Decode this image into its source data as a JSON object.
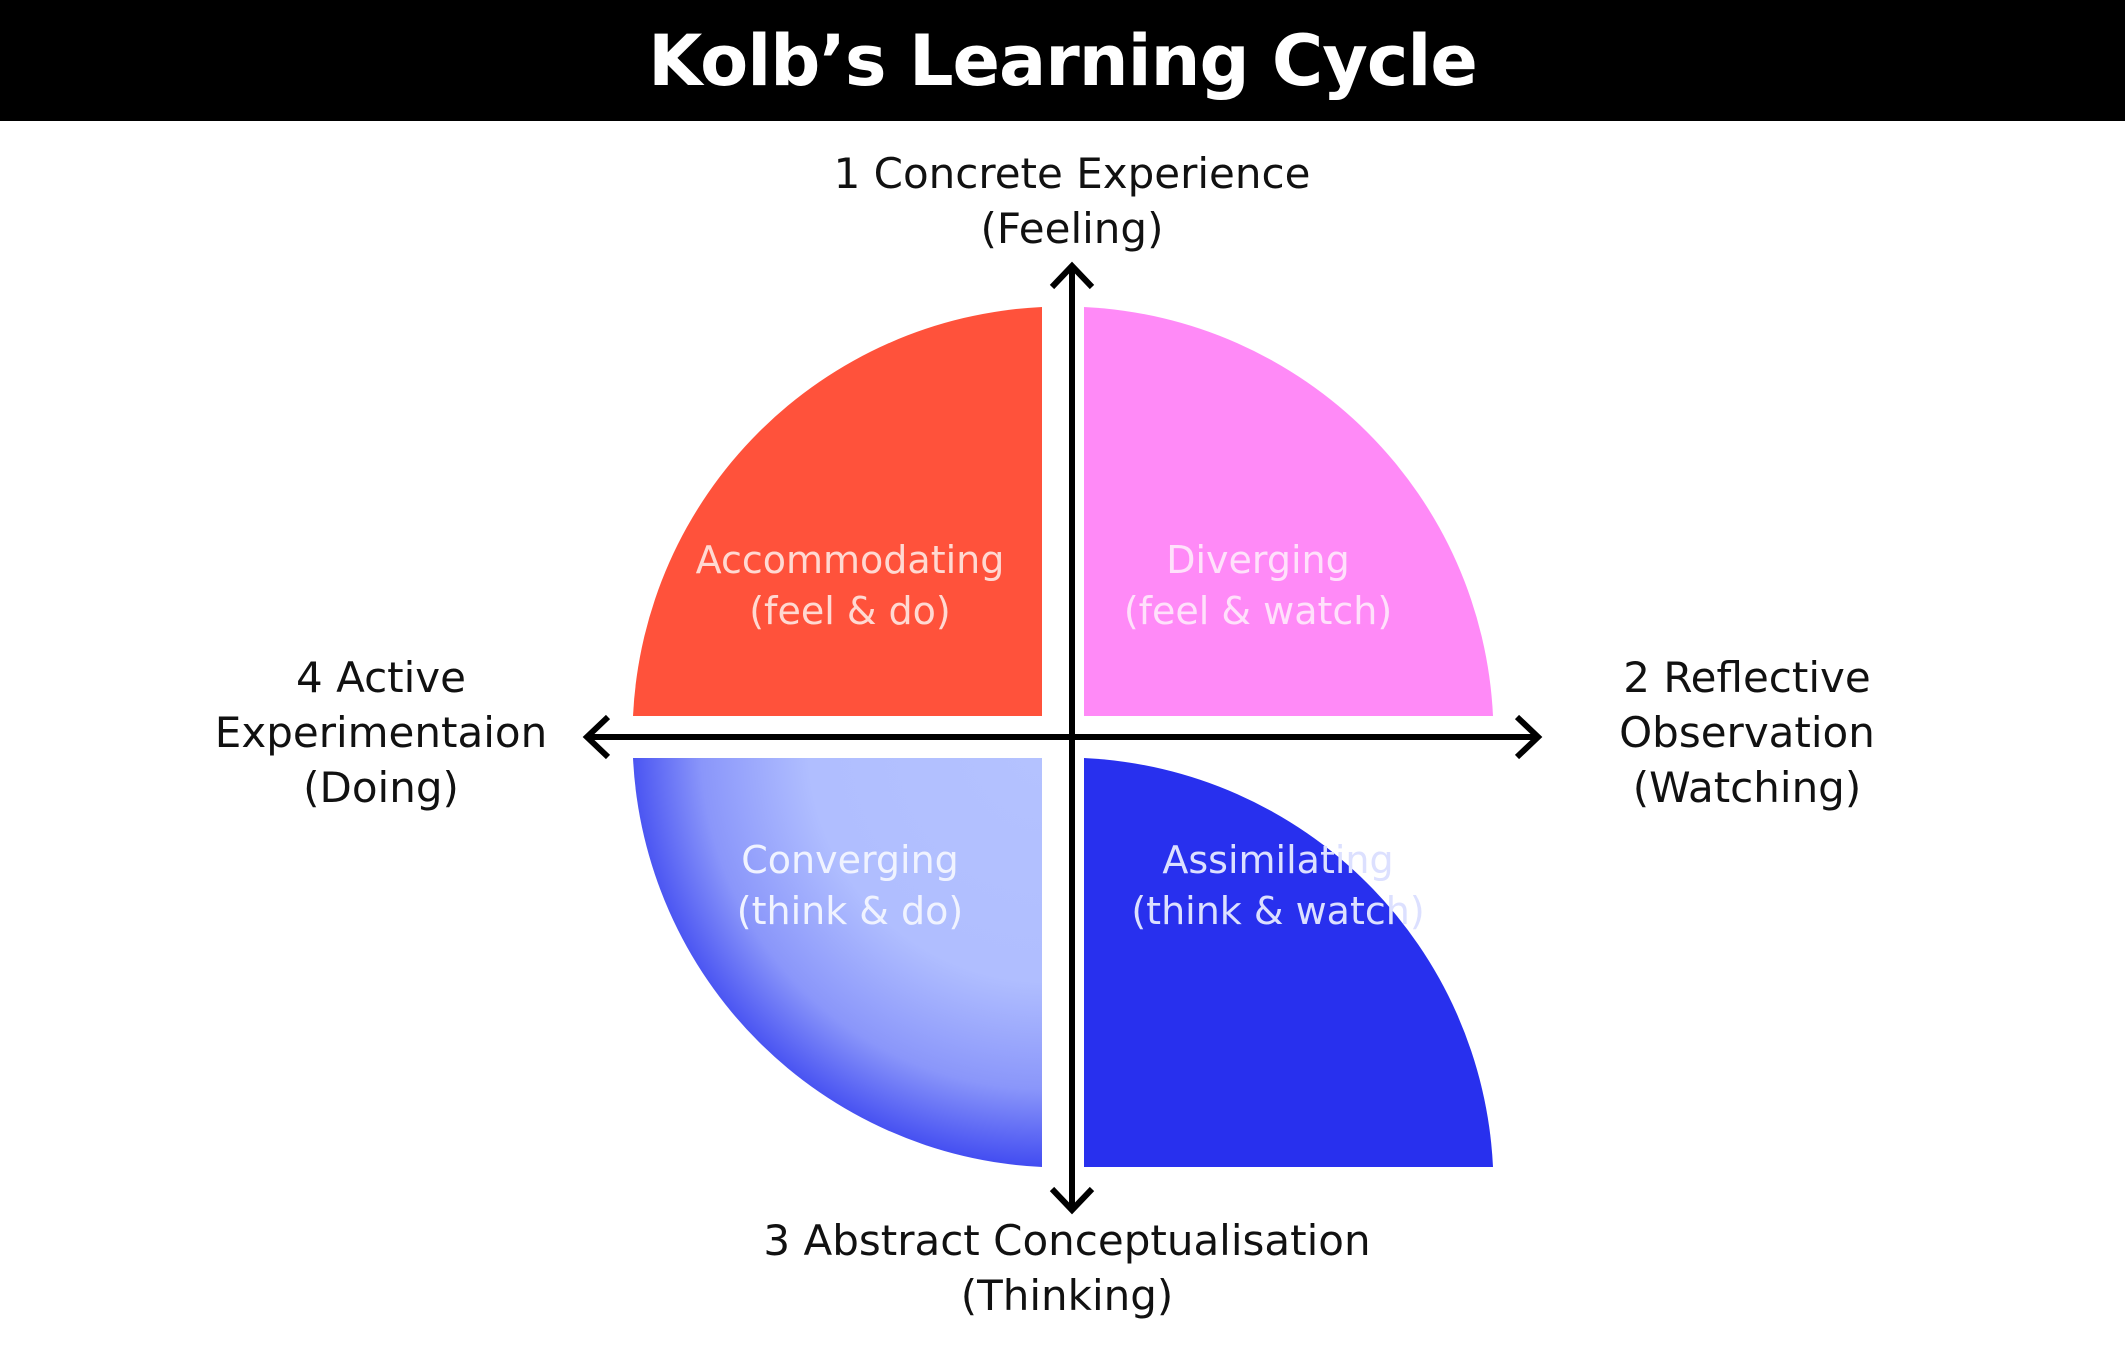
{
  "title": "Kolb’s Learning Cycle",
  "axes": {
    "top": {
      "line1": "1 Concrete Experience",
      "line2": "(Feeling)"
    },
    "right": {
      "line1": "2 Reflective",
      "line2": "Observation",
      "line3": "(Watching)"
    },
    "bottom": {
      "line1": "3 Abstract Conceptualisation",
      "line2": "(Thinking)"
    },
    "left": {
      "line1": "4 Active",
      "line2": "Experimentaion",
      "line3": "(Doing)"
    }
  },
  "quadrants": {
    "top_left": {
      "name": "Accommodating",
      "sub": "(feel & do)",
      "color": "#FF523B"
    },
    "top_right": {
      "name": "Diverging",
      "sub": "(feel & watch)",
      "color": "#FF8AF7"
    },
    "bottom_left": {
      "name": "Converging",
      "sub": "(think & do)",
      "color": "#B4C2FF"
    },
    "bottom_right": {
      "name": "Assimilating",
      "sub": "(think & watch)",
      "color": "#2830EE"
    }
  }
}
